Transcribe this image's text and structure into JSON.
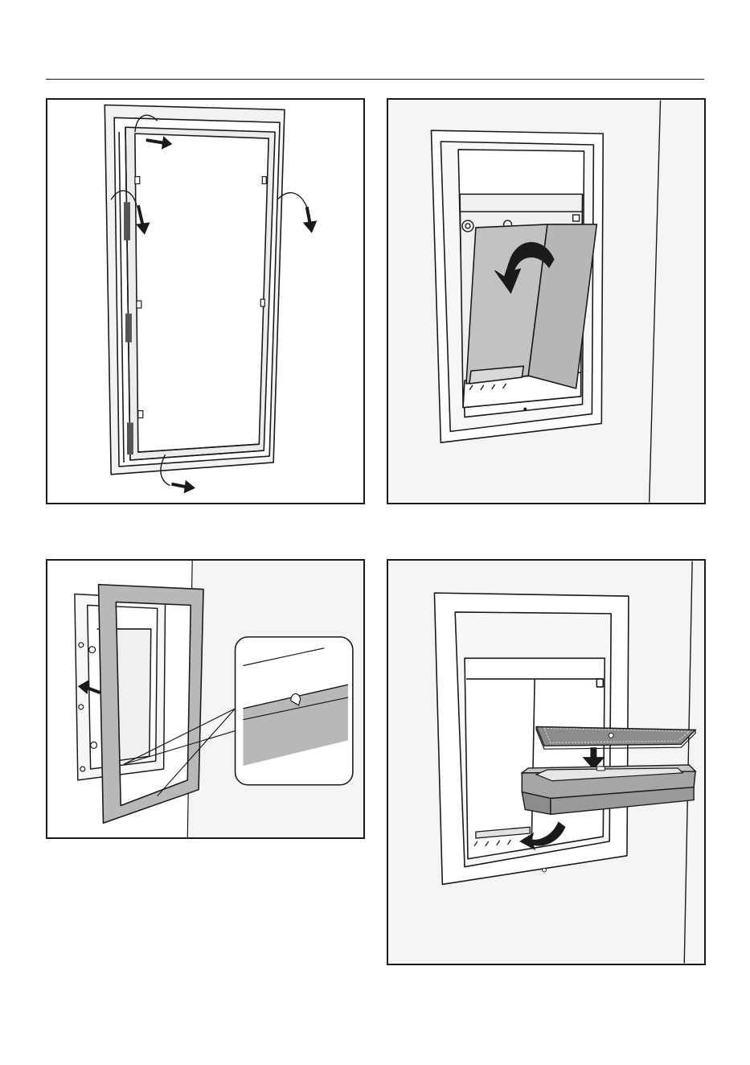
{
  "document": {
    "figures": [
      {
        "id": "fig-1",
        "subject": "door-frame-tape-removal"
      },
      {
        "id": "fig-2",
        "subject": "dispenser-flap-folding"
      },
      {
        "id": "fig-3",
        "subject": "trim-frame-detail"
      },
      {
        "id": "fig-4",
        "subject": "drip-tray-insertion"
      }
    ],
    "colors": {
      "line": "#1a1a1a",
      "wall": "#f4f4f4",
      "grey_part": "#bcbcbc",
      "dark_grey": "#8c8c8c",
      "light_part": "#e6e6e6"
    }
  }
}
